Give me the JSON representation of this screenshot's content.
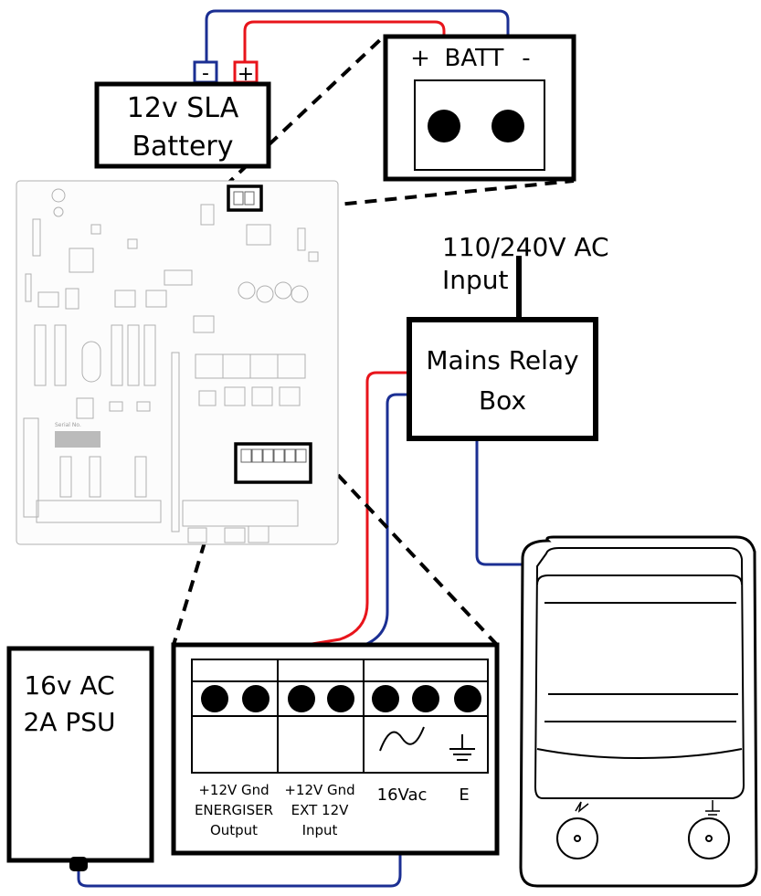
{
  "battery": {
    "label_line1": "12v SLA",
    "label_line2": "Battery",
    "neg_symbol": "-",
    "pos_symbol": "+"
  },
  "batt_connector": {
    "plus": "+",
    "label": "BATT",
    "minus": "-"
  },
  "mains_input": {
    "line1": "110/240V AC",
    "line2": "Input"
  },
  "relay_box": {
    "line1": "Mains Relay",
    "line2": "Box"
  },
  "psu": {
    "line1": "16v AC",
    "line2": "2A PSU"
  },
  "terminal_block": {
    "col1_line1": "+12V Gnd",
    "col1_line2": "ENERGISER",
    "col1_line3": "Output",
    "col2_line1": "+12V Gnd",
    "col2_line2": "EXT 12V",
    "col2_line3": "Input",
    "col3_label": "16Vac",
    "col4_label": "E"
  },
  "pcb": {
    "serial_label": "Serial No."
  },
  "colors": {
    "positive_wire": "#e8141b",
    "negative_wire": "#1b2f93",
    "outline": "#000000",
    "pcb_outline": "#b0b0b0"
  },
  "icons": [
    "ac-wave-icon",
    "ground-icon",
    "lightning-icon",
    "terminal-knob-icon"
  ]
}
